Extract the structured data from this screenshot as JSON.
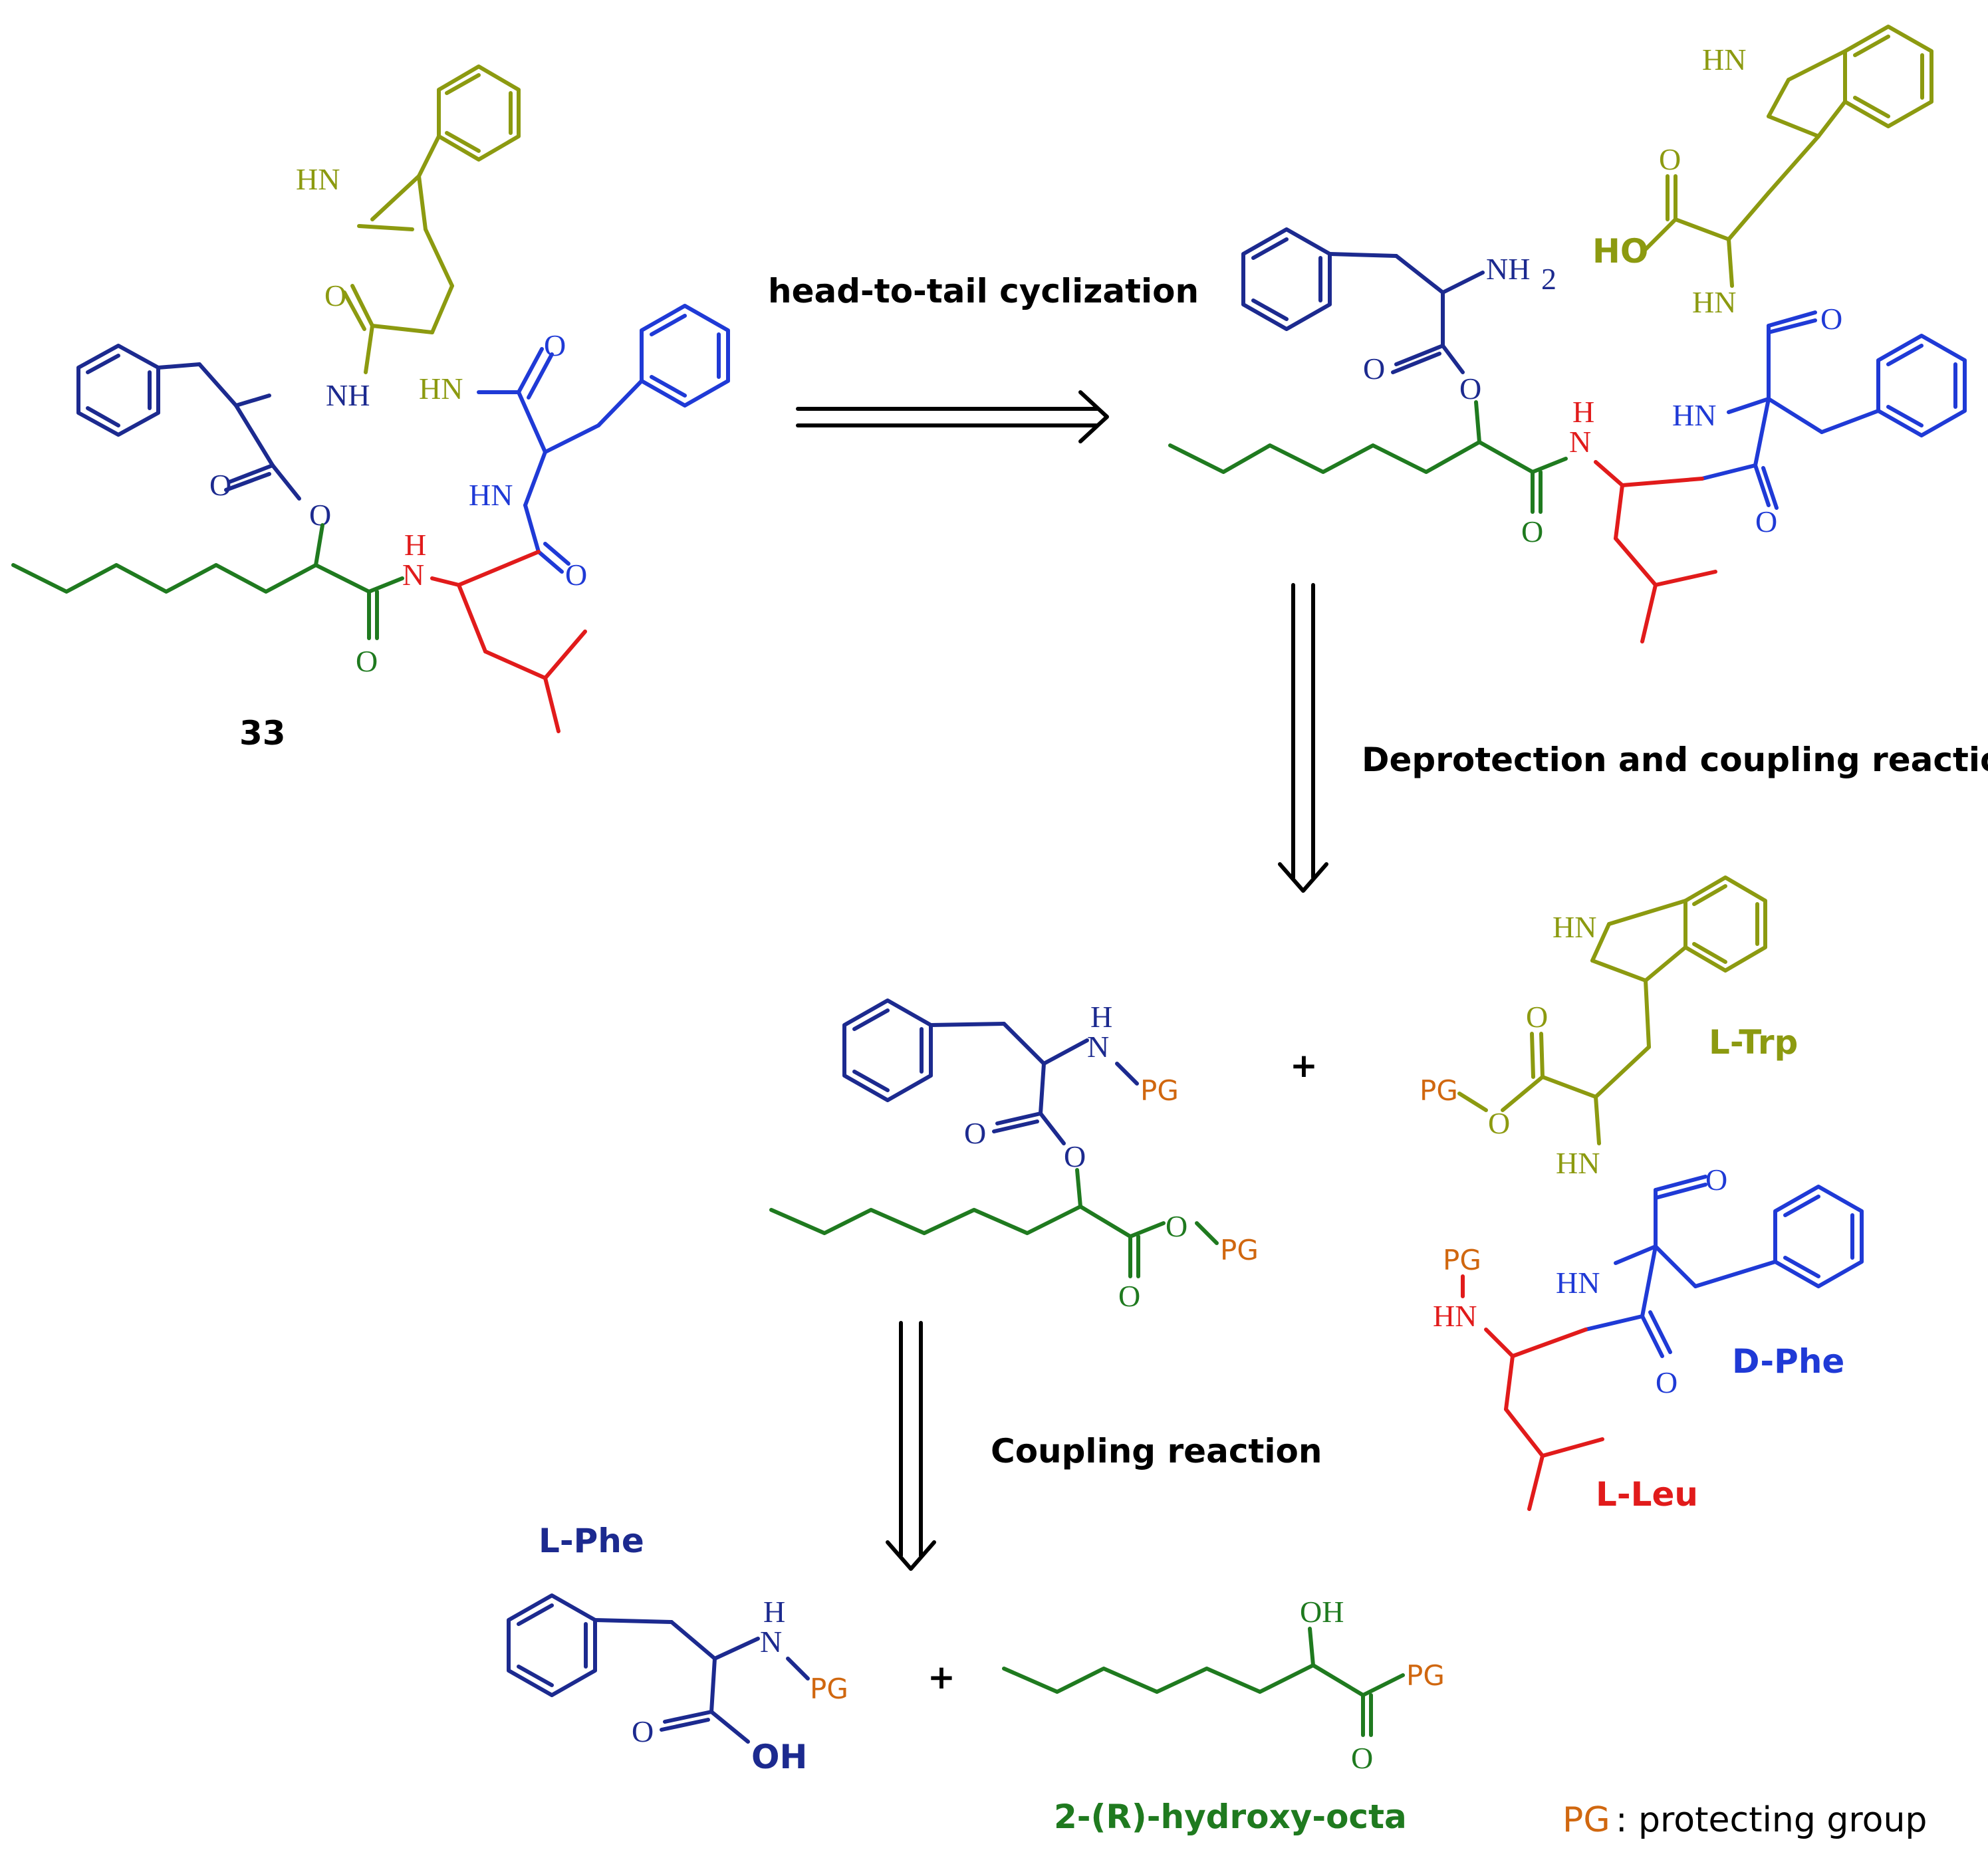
{
  "colors": {
    "phe_dark": "#1c2a8f",
    "phe_light": "#1f3ad6",
    "trp": "#8c9a10",
    "leu": "#e11b1b",
    "hydroxy": "#1f7a1f",
    "pg": "#d0670f",
    "text": "#000000"
  },
  "compound_label": "33",
  "steps": {
    "step1": "head-to-tail cyclization",
    "step2": "Deprotection and coupling reaction",
    "step3": "Coupling reaction"
  },
  "plus": "+",
  "residue_labels": {
    "l_trp": "L-Trp",
    "d_phe": "D-Phe",
    "l_leu": "L-Leu",
    "l_phe": "L-Phe",
    "hydroxy_acid": "2-(R)-hydroxy-octa"
  },
  "atoms": {
    "o": "O",
    "nh": "NH",
    "hn": "HN",
    "h": "H",
    "n": "N",
    "hn_dash": "HN",
    "nh2": "NH",
    "sub2": "2",
    "ho": "HO",
    "oh": "OH",
    "pg": "PG"
  },
  "legend": {
    "abbr": "PG",
    "text": ": protecting group"
  }
}
